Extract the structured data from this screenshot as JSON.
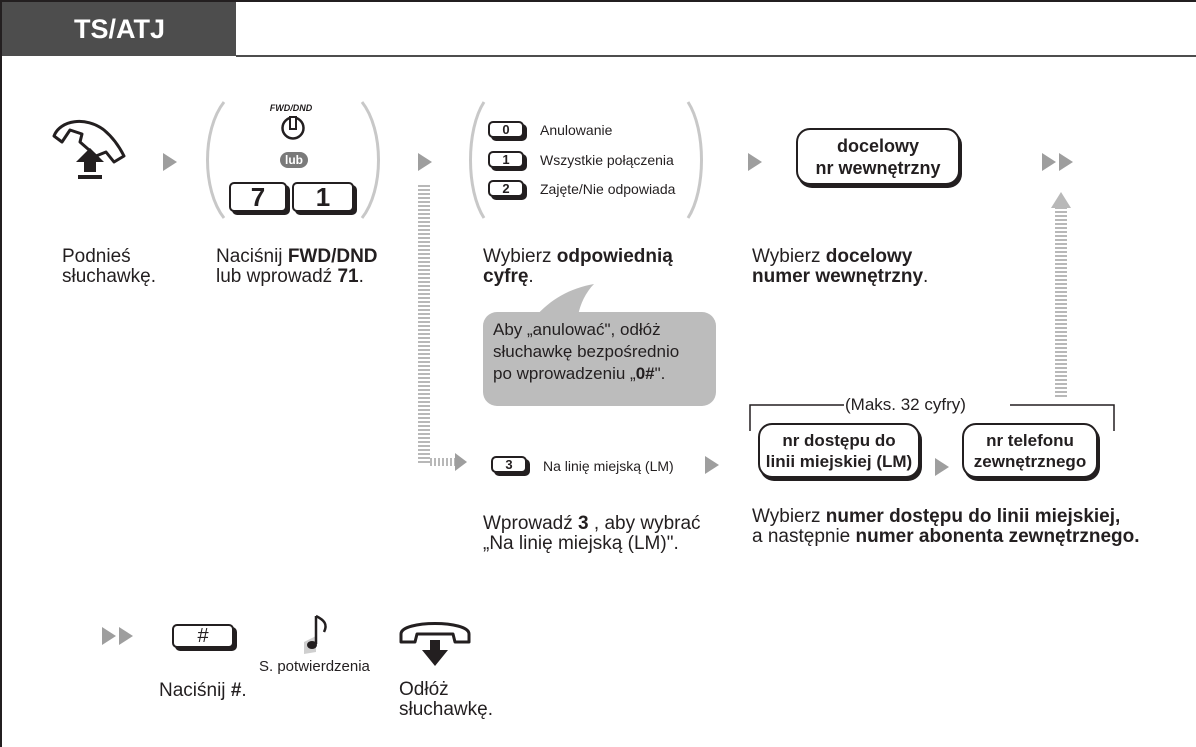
{
  "header": {
    "tab_title": "TS/ATJ"
  },
  "steps": {
    "lift": {
      "label": "Podnieś\nsłuchawkę.",
      "icon": "handset-lift-icon"
    },
    "fwd": {
      "fwd_label": "FWD/DND",
      "or_badge": "lub",
      "key_7": "7",
      "key_1": "1",
      "desc_prefix": "Naciśnij ",
      "desc_bold1": "FWD/DND",
      "desc_mid": "lub wprowadź ",
      "desc_bold2": "71",
      "desc_suffix": "."
    },
    "select": {
      "options": [
        {
          "key": "0",
          "label": "Anulowanie"
        },
        {
          "key": "1",
          "label": "Wszystkie połączenia"
        },
        {
          "key": "2",
          "label": "Zajęte/Nie odpowiada"
        }
      ],
      "desc_prefix": "Wybierz ",
      "desc_bold": "odpowiednią",
      "desc_bold2": "cyfrę",
      "desc_suffix": "."
    },
    "tip": {
      "line1": "Aby „anulować\", odłóż",
      "line2": "słuchawkę bezpośrednio",
      "line3_prefix": "po wprowadzeniu „",
      "line3_bold": "0#",
      "line3_suffix": "\"."
    },
    "target_ext": {
      "key_line1": "docelowy",
      "key_line2": "nr wewnętrzny",
      "desc_prefix": "Wybierz ",
      "desc_bold1": "docelowy",
      "desc_bold2": "numer wewnętrzny",
      "desc_suffix": "."
    },
    "co_line": {
      "key": "3",
      "label": "Na linię miejską (LM)",
      "desc_prefix": "Wprowadź ",
      "desc_bold": "3",
      "desc_mid": " , aby wybrać",
      "desc_line2": "„Na linię miejską (LM)\"."
    },
    "external": {
      "max_label": "(Maks. 32 cyfry)",
      "access_line1": "nr dostępu do",
      "access_line2": "linii miejskiej (LM)",
      "phone_line1": "nr telefonu",
      "phone_line2": "zewnętrznego",
      "desc_prefix": "Wybierz ",
      "desc_bold1": "numer dostępu do linii miejskiej,",
      "desc_line2_prefix": "a następnie ",
      "desc_bold2": "numer abonenta zewnętrznego."
    },
    "hash": {
      "key": "#",
      "desc_prefix": "Naciśnij ",
      "desc_bold": "#",
      "desc_suffix": "."
    },
    "tone": {
      "label": "S. potwierdzenia",
      "icon": "music-note-icon"
    },
    "hangup": {
      "label_line1": "Odłóż",
      "label_line2": "słuchawkę.",
      "icon": "handset-down-icon"
    }
  },
  "colors": {
    "tab_bg": "#4d4d4d",
    "arrow": "#9e9e9e",
    "bubble": "#bcbcbc",
    "text": "#231f20"
  }
}
